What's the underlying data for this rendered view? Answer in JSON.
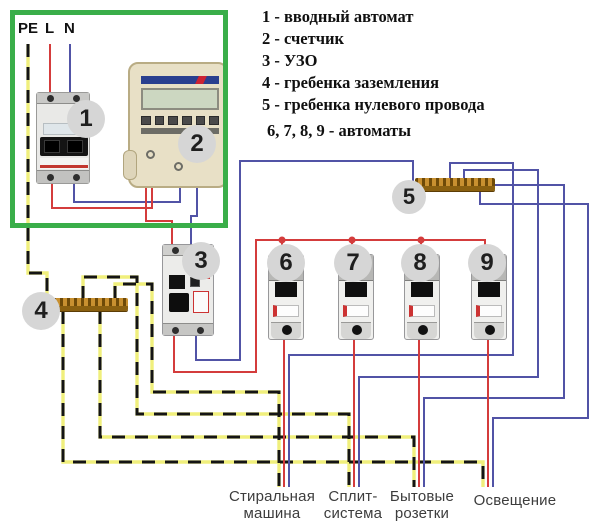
{
  "input_terminals": {
    "pe_label": "PE",
    "line_label": "L",
    "neutral_label": "N"
  },
  "legend": {
    "items": [
      {
        "label": "1 - вводный автомат"
      },
      {
        "label": "2 - счетчик"
      },
      {
        "label": "3 - УЗО"
      },
      {
        "label": "4 - гребенка заземления"
      },
      {
        "label": "5 - гребенка нулевого провода"
      },
      {
        "label": "6, 7, 8, 9 - автоматы"
      }
    ]
  },
  "component_labels": {
    "main_breaker": "1",
    "meter": "2",
    "rcd": "3",
    "ground_bus": "4",
    "neutral_bus": "5",
    "breaker_washer": "6",
    "breaker_split": "7",
    "breaker_sockets": "8",
    "breaker_light": "9"
  },
  "load_labels": [
    {
      "line1": "Стиральная",
      "line2": "машина"
    },
    {
      "line1": "Сплит-",
      "line2": "система"
    },
    {
      "line1": "Бытовые",
      "line2": "розетки"
    },
    {
      "line1": "Освещение",
      "line2": ""
    }
  ],
  "wire_colors": {
    "phase_red": "#d43c3c",
    "neutral_blue": "#5153a6",
    "pe_yellow": "#f0ef7c",
    "pe_dash_black": "#141414",
    "input_box_green": "#3aae49"
  }
}
